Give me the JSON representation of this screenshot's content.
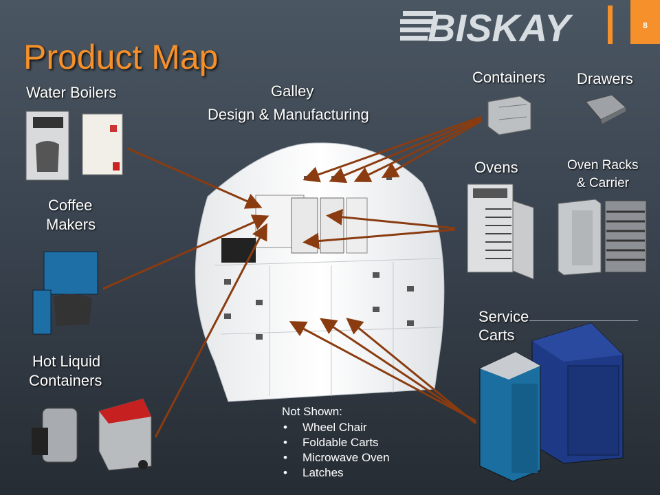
{
  "slide": {
    "title": "Product Map",
    "page_number": "8",
    "brand": "BISKAY",
    "accent_color": "#f6902a"
  },
  "labels": {
    "water_boilers": "Water Boilers",
    "coffee_makers_1": "Coffee",
    "coffee_makers_2": "Makers",
    "hot_liquid_1": "Hot Liquid",
    "hot_liquid_2": "Containers",
    "galley_1": "Galley",
    "galley_2": "Design & Manufacturing",
    "containers": "Containers",
    "drawers": "Drawers",
    "ovens": "Ovens",
    "oven_racks_1": "Oven Racks",
    "oven_racks_2": "& Carrier",
    "service_carts_1": "Service",
    "service_carts_2": "Carts"
  },
  "not_shown": {
    "heading": "Not Shown:",
    "items": [
      "Wheel Chair",
      "Foldable Carts",
      "Microwave Oven",
      "Latches"
    ]
  }
}
